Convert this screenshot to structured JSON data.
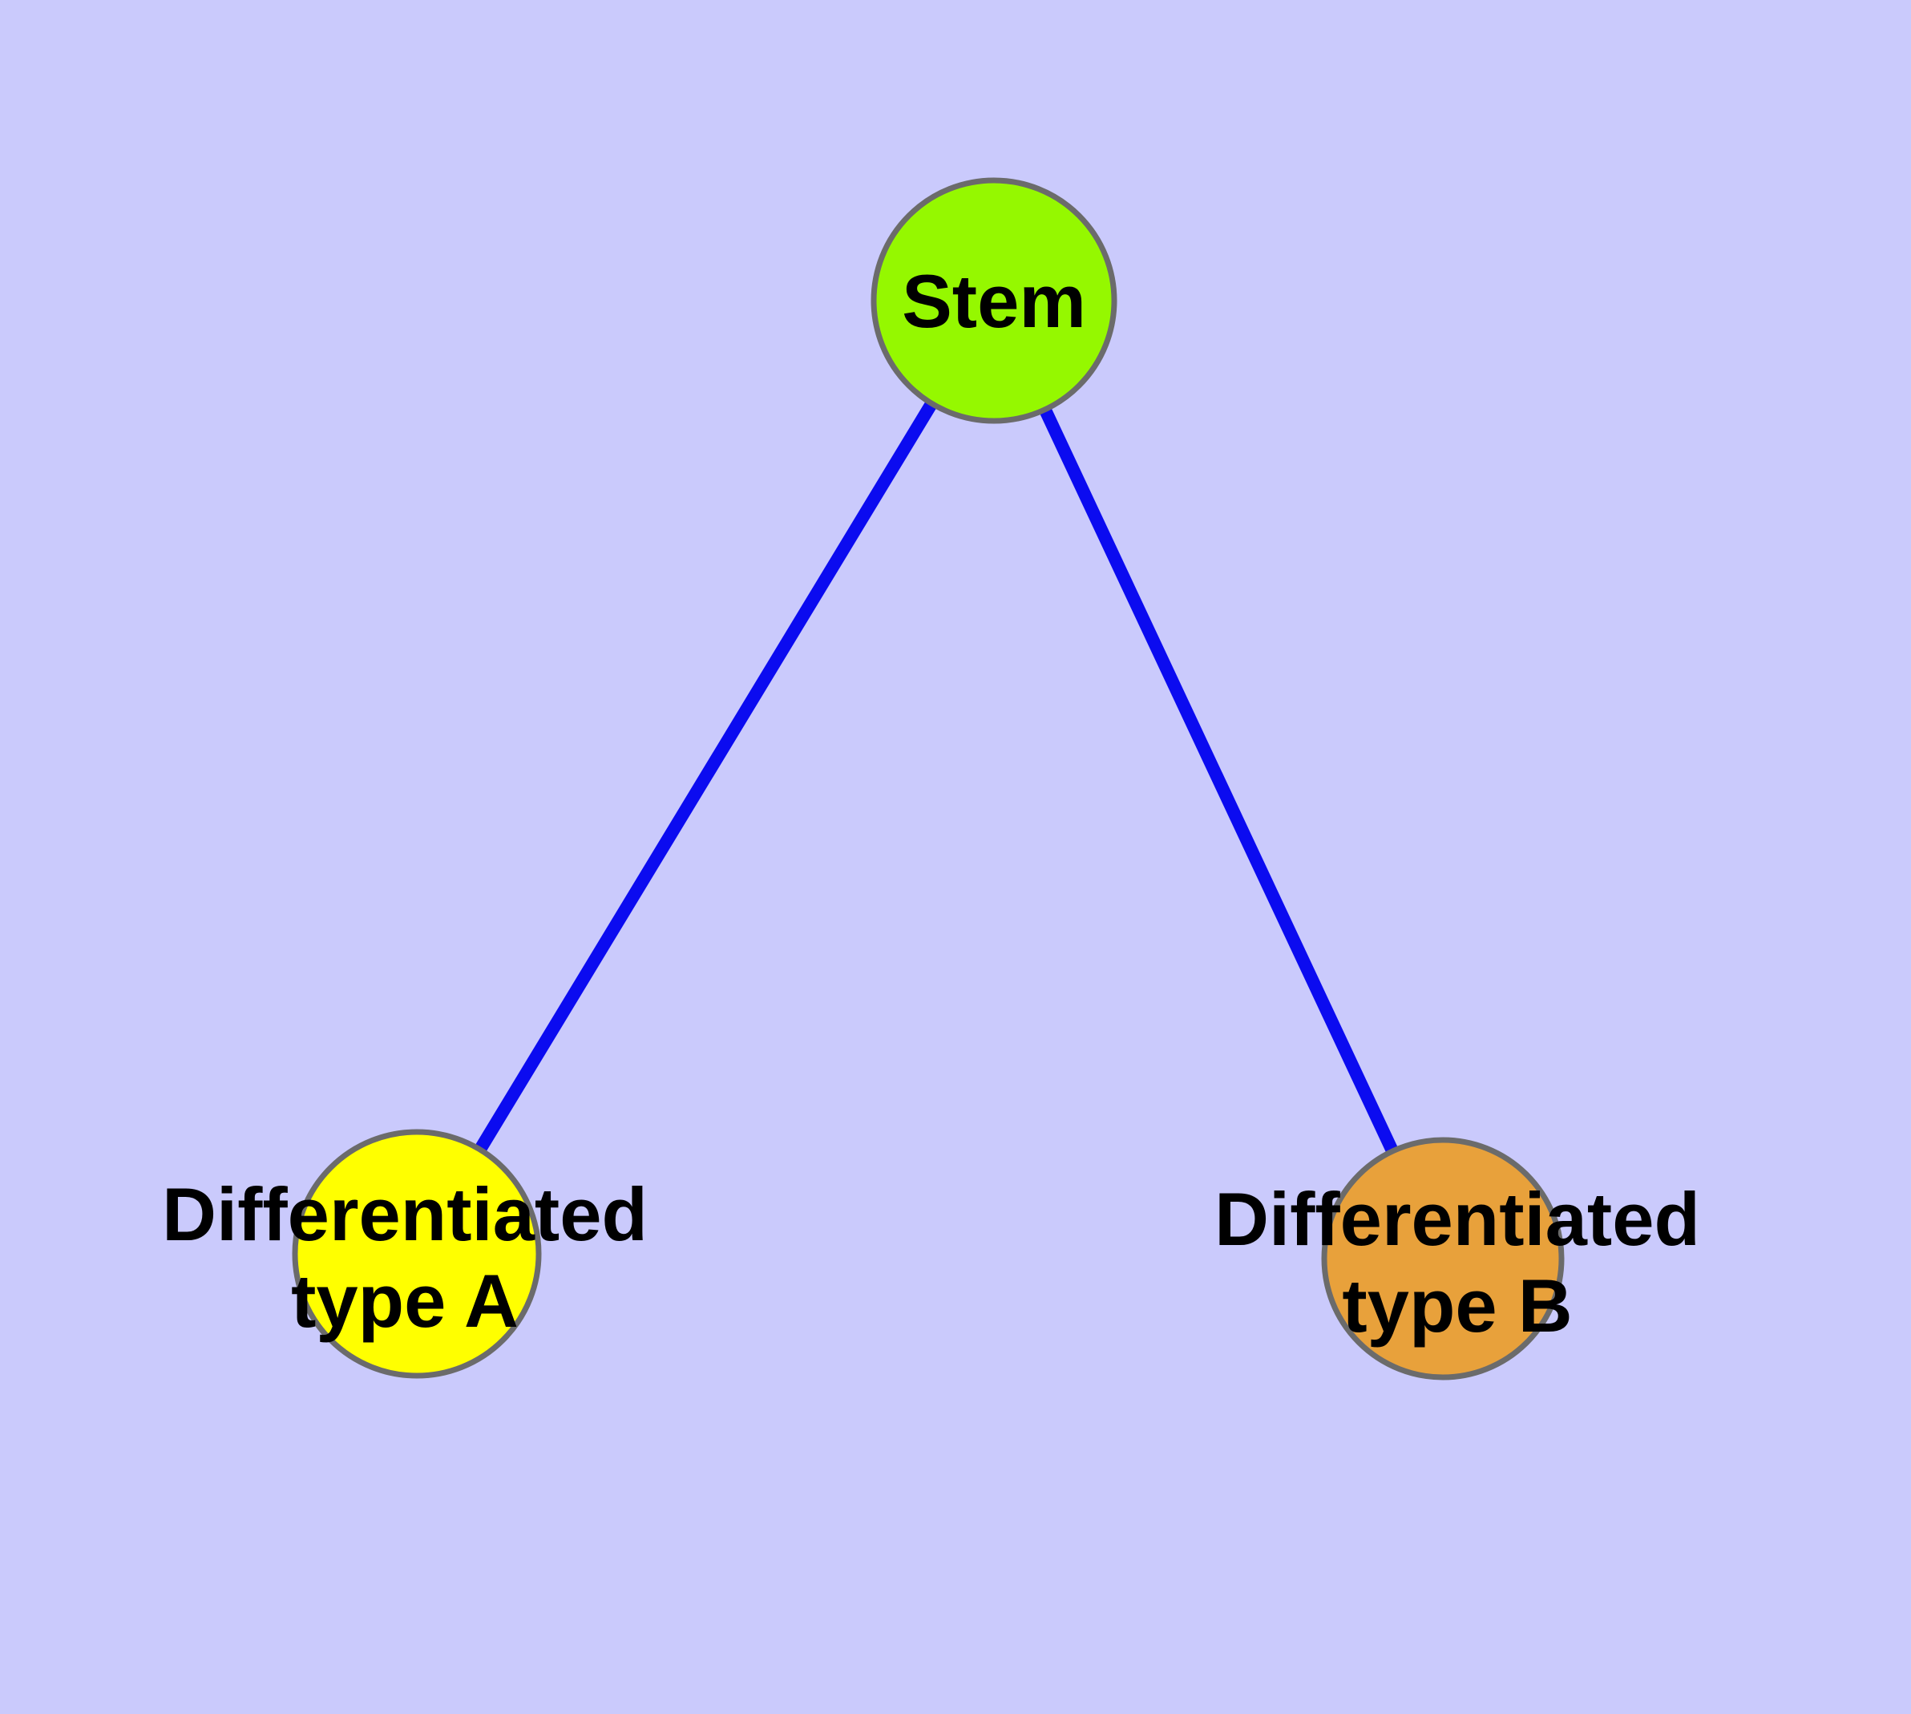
{
  "diagram": {
    "type": "graph",
    "background_color": "#CACAFC",
    "edge_color": "#0B0BF0",
    "node_border_color": "#6B6B6B",
    "label_color": "#000000",
    "nodes": [
      {
        "id": "stem",
        "label": "Stem",
        "label_lines": [
          "Stem"
        ],
        "fill_color": "#95F800"
      },
      {
        "id": "differentiated-type-a",
        "label": "Differentiated type A",
        "label_lines": [
          "Differentiated",
          "type A"
        ],
        "fill_color": "#FFFF00"
      },
      {
        "id": "differentiated-type-b",
        "label": "Differentiated type B",
        "label_lines": [
          "Differentiated",
          "type B"
        ],
        "fill_color": "#E8A13B"
      }
    ],
    "edges": [
      {
        "from": "stem",
        "to": "differentiated-type-a"
      },
      {
        "from": "stem",
        "to": "differentiated-type-b"
      }
    ]
  }
}
